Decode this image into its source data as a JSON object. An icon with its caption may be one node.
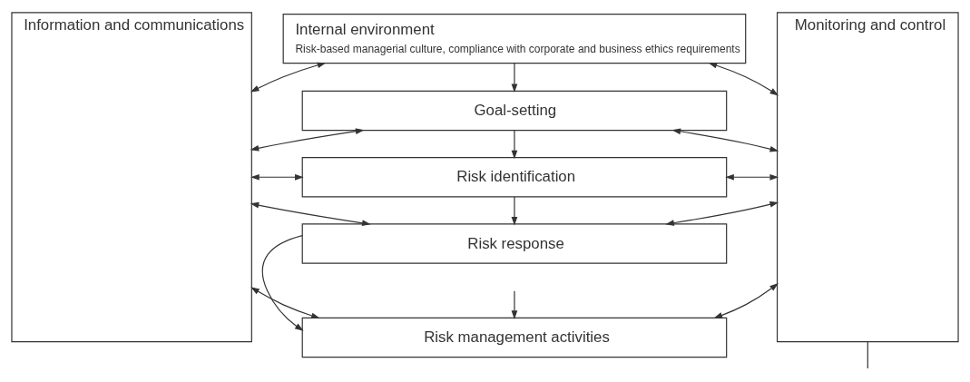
{
  "diagram": {
    "nodes": [
      {
        "text": [
          "Information and communications"
        ]
      },
      {
        "text": [
          "Internal environment",
          "Risk-based managerial culture, compliance with corporate and business ethics requirements"
        ]
      },
      {
        "text": [
          "Goal-setting"
        ]
      },
      {
        "text": [
          "Risk identification"
        ]
      },
      {
        "text": [
          "Risk response"
        ]
      },
      {
        "text": [
          "Risk management activities"
        ]
      },
      {
        "text": [
          "Monitoring and control"
        ]
      }
    ],
    "edges": [
      {
        "from": 1,
        "to": 2,
        "arrow": "to"
      },
      {
        "from": 2,
        "to": 3,
        "arrow": "to"
      },
      {
        "from": 3,
        "to": 4,
        "arrow": "to"
      },
      {
        "from": 4,
        "to": 5,
        "arrow": "to"
      },
      {
        "from": 0,
        "to": 1,
        "arrow": "both"
      },
      {
        "from": 0,
        "to": 2,
        "arrow": "both"
      },
      {
        "from": 0,
        "to": 3,
        "arrow": "both"
      },
      {
        "from": 0,
        "to": 4,
        "arrow": "both"
      },
      {
        "from": 0,
        "to": 5,
        "arrow": "both"
      },
      {
        "from": 1,
        "to": 6,
        "arrow": "both"
      },
      {
        "from": 2,
        "to": 6,
        "arrow": "both"
      },
      {
        "from": 3,
        "to": 6,
        "arrow": "both"
      },
      {
        "from": 4,
        "to": 6,
        "arrow": "both"
      },
      {
        "from": 5,
        "to": 6,
        "arrow": "both"
      },
      {
        "from": null,
        "to": 5,
        "arrow": "to"
      },
      {
        "from": 6,
        "to": null,
        "arrow": "none"
      }
    ]
  }
}
